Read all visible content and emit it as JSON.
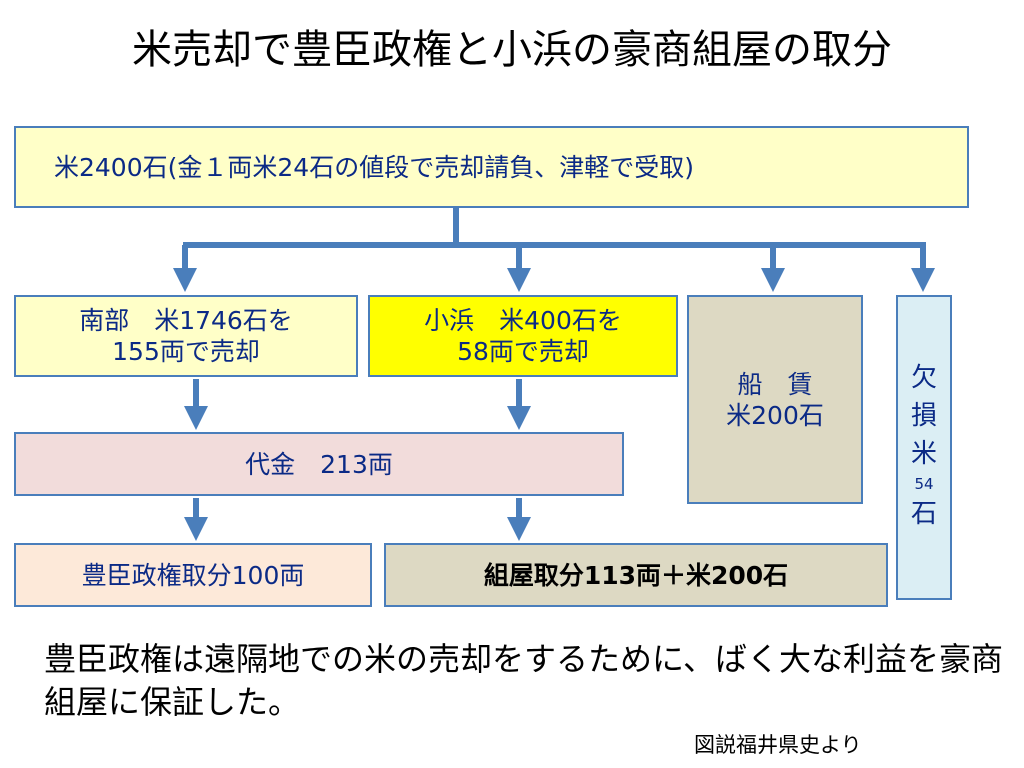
{
  "title": "米売却で豊臣政権と小浜の豪商組屋の取分",
  "boxes": {
    "top": "米2400石(金１両米24石の値段で売却請負、津軽で受取)",
    "nanbu": {
      "line1": "南部　米1746石を",
      "line2": "155両で売却"
    },
    "obama": {
      "line1": "小浜　米400石を",
      "line2": "58両で売却"
    },
    "funachin": {
      "line1": "船　賃",
      "line2": "米200石"
    },
    "kesson": {
      "c1": "欠",
      "c2": "損",
      "c3": "米",
      "num": "54",
      "c4": "石"
    },
    "daikin": "代金　213両",
    "toyotomi": "豊臣政権取分100両",
    "kumiya": "組屋取分113両＋米200石"
  },
  "note": "豊臣政権は遠隔地での米の売却をするために、ばく大な利益を豪商組屋に保証した。",
  "source": "図説福井県史より",
  "colors": {
    "arrow": "#4a7ebb",
    "box_text": "#0b2a86",
    "yellow_light": "#ffffc8",
    "yellow": "#ffff00",
    "tan": "#ddd9c3",
    "light_blue": "#dbeef4",
    "pink": "#f2dcdb",
    "peach": "#fde9d9"
  }
}
